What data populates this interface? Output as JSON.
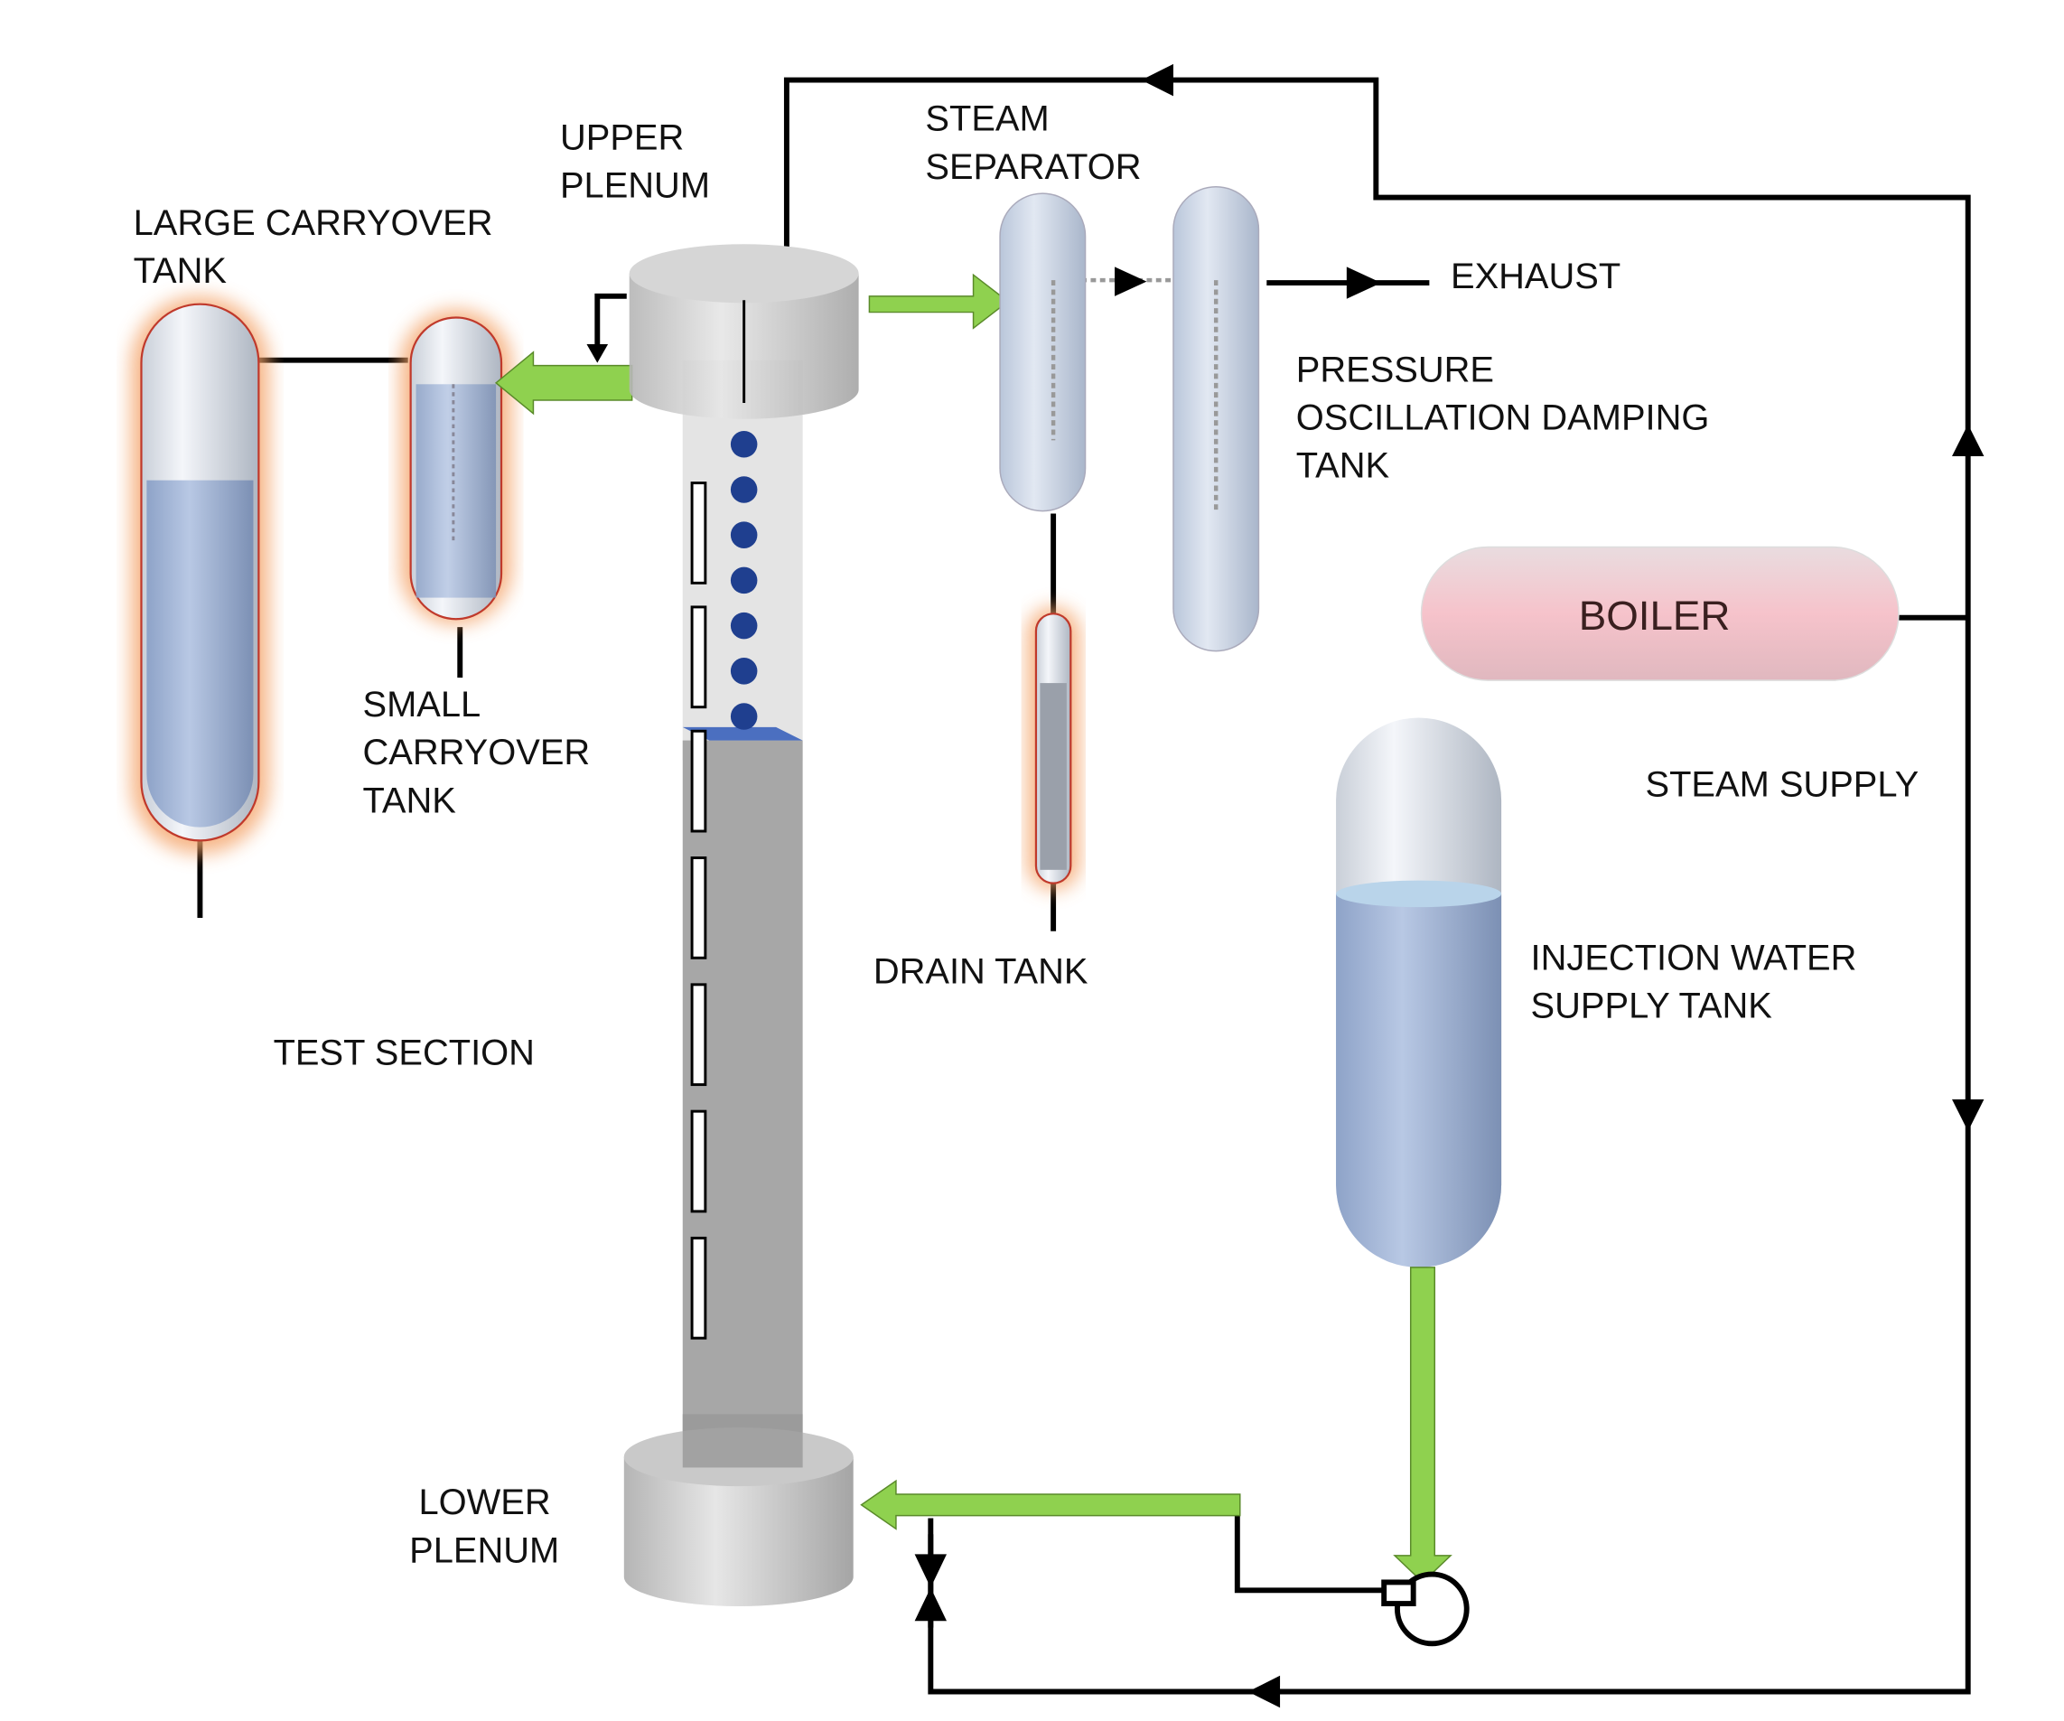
{
  "labels": {
    "upper_plenum": [
      "UPPER",
      "PLENUM"
    ],
    "steam_separator": [
      "STEAM",
      "SEPARATOR"
    ],
    "large_carryover_tank": [
      "LARGE CARRYOVER",
      "TANK"
    ],
    "exhaust": "EXHAUST",
    "pressure_oscillation_damping_tank": [
      "PRESSURE",
      "OSCILLATION DAMPING",
      "TANK"
    ],
    "boiler": "BOILER",
    "small_carryover_tank": [
      "SMALL",
      "CARRYOVER",
      "TANK"
    ],
    "steam_supply": "STEAM SUPPLY",
    "drain_tank": "DRAIN TANK",
    "injection_water_supply_tank": [
      "INJECTION WATER",
      "SUPPLY TANK"
    ],
    "test_section": "TEST SECTION",
    "lower_plenum": [
      "LOWER",
      "PLENUM"
    ]
  },
  "colors": {
    "flow_arrow": "#8fd14f",
    "water": "#9fb4d6",
    "heated_glow": "#f4a46a",
    "boiler": "#f4c6cc",
    "droplet": "#1f3f8f"
  }
}
